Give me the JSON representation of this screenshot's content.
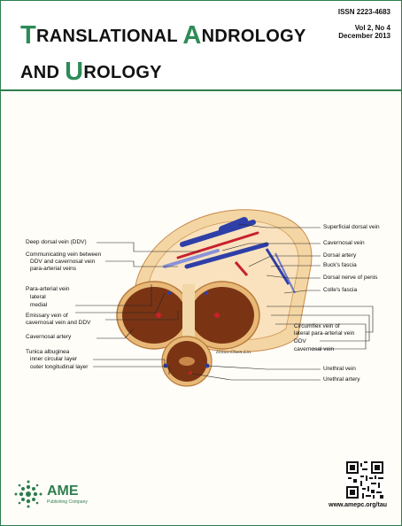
{
  "journal": {
    "title_line1_initial": "T",
    "title_line1_part1": "RANSLATIONAL ",
    "title_line1_initial2": "A",
    "title_line1_part2": "NDROLOGY",
    "title_line2_part1": "AND ",
    "title_line2_initial": "U",
    "title_line2_part2": "ROLOGY"
  },
  "meta": {
    "issn": "ISSN  2223-4683",
    "volume": "Vol 2, No 4",
    "date": "December 2013"
  },
  "labels_left": {
    "ddv": "Deep dorsal vein (DDV)",
    "comm1": "Communicating vein between",
    "comm2": "DDV and cavernosal vein",
    "comm3": "para-arterial veins",
    "para": "Para-arterial vein",
    "lateral": "lateral",
    "medial": "medial",
    "emissary1": "Emissary vein of",
    "emissary2": "cavernosal vein and DDV",
    "cav_artery": "Cavernosal artery",
    "tunica": "Tunica albuginea",
    "inner": "inner circular layer",
    "outer": "outer longitudinal layer"
  },
  "labels_right": {
    "superficial": "Superficial dorsal vein",
    "cav_vein": "Cavernosal vein",
    "dorsal_artery": "Dorsal artery",
    "bucks": "Buck's fascia",
    "dorsal_nerve": "Dorsal nerve of penis",
    "colles": "Colle's fascia",
    "circ1": "Circumflex vein of",
    "circ2": "lateral para-arterial vein",
    "circ3": "DDV",
    "circ4": "cavernosal vein",
    "urethral_vein": "Urethral vein",
    "urethral_artery": "Urethral artery"
  },
  "signature": "Hsiao-Chen Lin",
  "publisher": {
    "name": "AME",
    "sub": "Publishing Company",
    "url": "www.amepc.org/tau"
  },
  "colors": {
    "accent": "#2e8b57",
    "tissue": "#7a3414",
    "fascia": "#f2c98f",
    "vein": "#2f3fa8",
    "artery": "#c8202e"
  }
}
